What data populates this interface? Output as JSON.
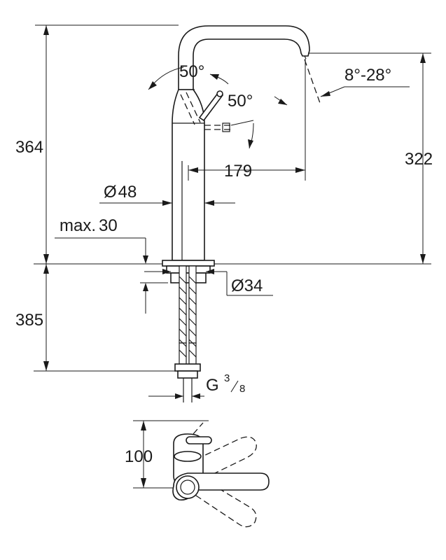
{
  "dimensions": {
    "total_height": "364",
    "spout_height": "322",
    "below_counter": "385",
    "spout_reach": "179",
    "body_diameter_symbol": "Ø",
    "body_diameter_value": "48",
    "max_counter_label": "max.",
    "max_counter_value": "30",
    "hole_diameter": "Ø34",
    "connection_letter": "G",
    "connection_numerator": "3",
    "connection_denominator": "8",
    "handle_angle_top": "50°",
    "handle_angle_side": "50°",
    "swivel_angle": "8°-28°",
    "plan_depth": "100"
  }
}
